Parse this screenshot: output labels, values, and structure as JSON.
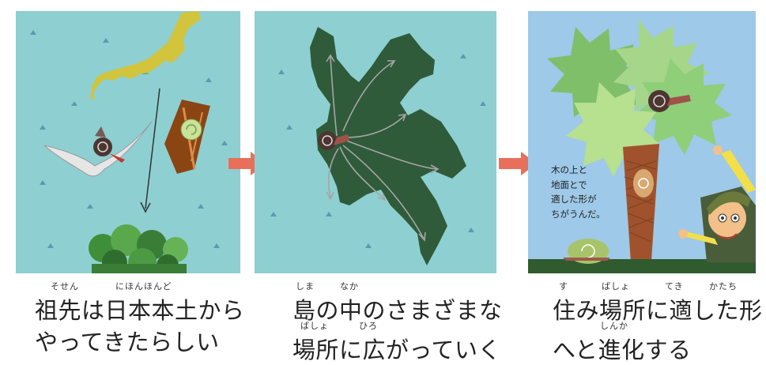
{
  "captions": [
    {
      "line1": {
        "ruby": [
          "そせん",
          "にほんほんど"
        ],
        "text": "祖先は日本本土から"
      },
      "line2": {
        "text": "やってきたらしい"
      }
    },
    {
      "line1": {
        "ruby": [
          "しま",
          "なか"
        ],
        "text": "島の中のさまざまな"
      },
      "line2": {
        "ruby": [
          "ばしょ",
          "ひろ"
        ],
        "text": "場所に広がっていく"
      }
    },
    {
      "line1": {
        "ruby": [
          "す",
          "ばしょ",
          "てき",
          "かたち"
        ],
        "text": "住み場所に適した形"
      },
      "line2": {
        "ruby": [
          "しんか"
        ],
        "text": "へと進化する"
      }
    }
  ],
  "speech_bubble": {
    "lines": [
      "木の上と",
      "地面とで",
      "適した形が",
      "ちがうんだ。"
    ]
  },
  "colors": {
    "sea": "#8ecfd1",
    "sky": "#9ec9e8",
    "island": "#2f5b3a",
    "mainland": "#d2c43c",
    "arrow": "#e8705a",
    "tree_leaves": "#8fcf7a",
    "trunk": "#a0522d"
  }
}
